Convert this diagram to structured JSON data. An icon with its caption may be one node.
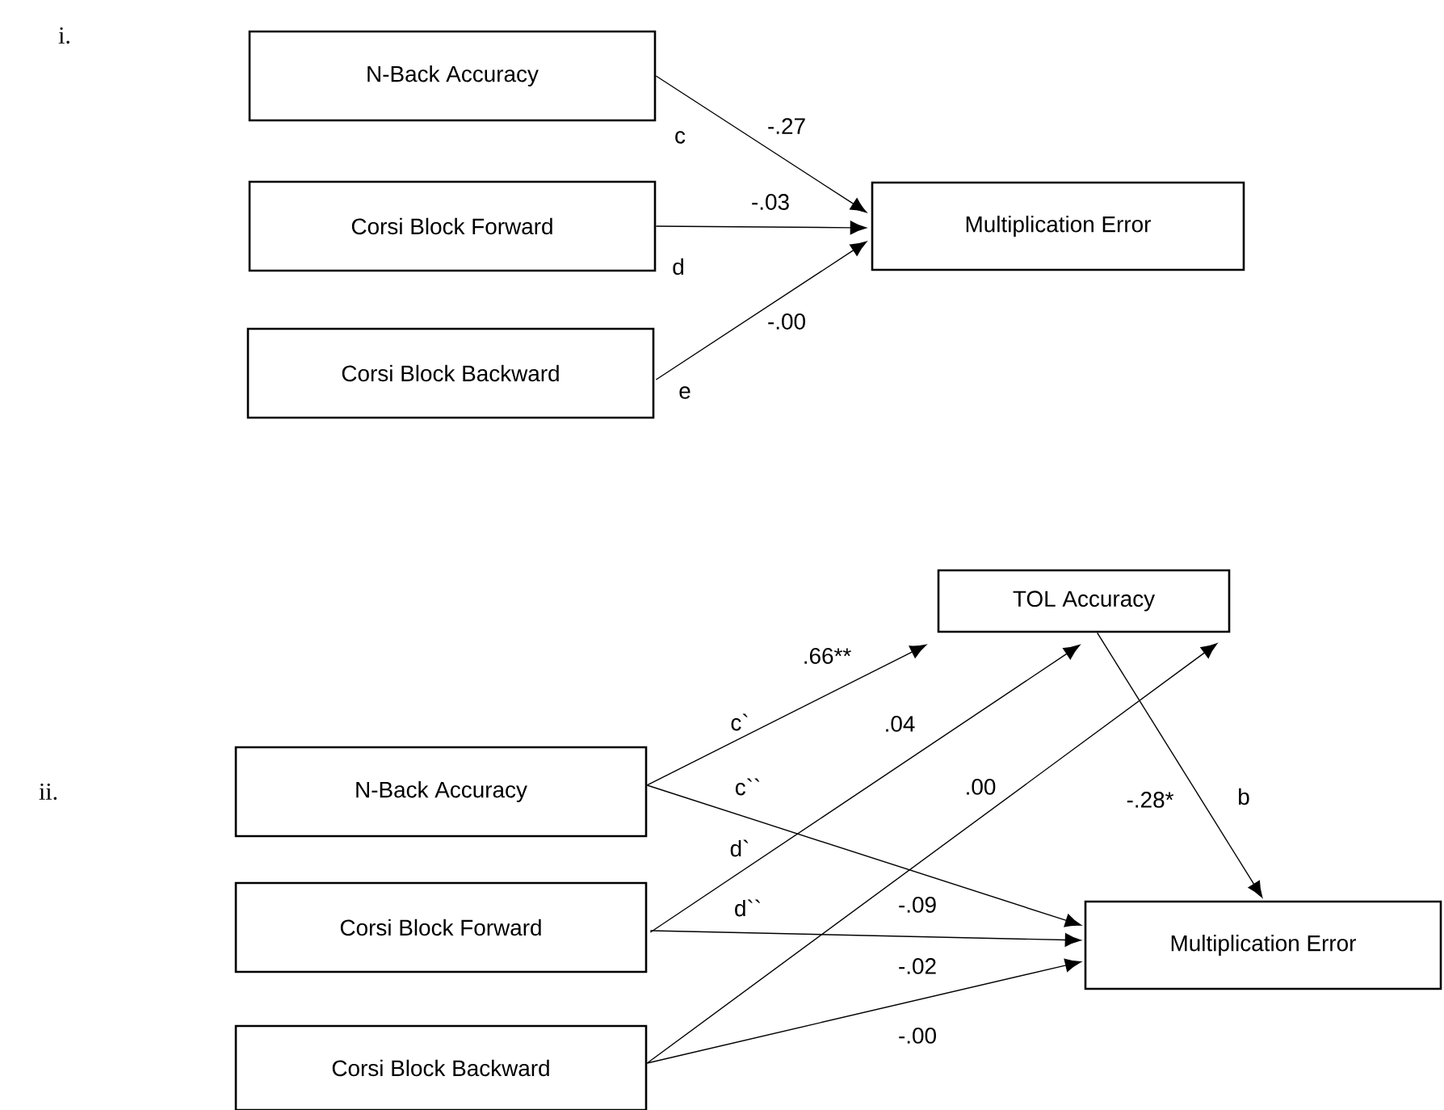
{
  "diagram": {
    "nodes": [
      {
        "text": [
          "N-Back Accuracy"
        ]
      },
      {
        "text": [
          "Corsi Block Forward"
        ]
      },
      {
        "text": [
          "Corsi Block Backward"
        ]
      },
      {
        "text": [
          "Multiplication Error"
        ]
      },
      {
        "text": [
          "TOL Accuracy"
        ]
      },
      {
        "text": [
          "N-Back Accuracy"
        ]
      },
      {
        "text": [
          "Corsi Block Forward"
        ]
      },
      {
        "text": [
          "Corsi Block Backward"
        ]
      },
      {
        "text": [
          "Multiplication Error"
        ]
      }
    ],
    "edges": [
      {
        "from": 0,
        "to": 3,
        "arrow": "to",
        "label": "-.27"
      },
      {
        "from": 1,
        "to": 3,
        "arrow": "to",
        "label": "-.03"
      },
      {
        "from": 2,
        "to": 3,
        "arrow": "to",
        "label": "-.00"
      },
      {
        "from": 5,
        "to": 4,
        "arrow": "to",
        "label": ".66**"
      },
      {
        "from": 6,
        "to": 4,
        "arrow": "to",
        "label": ".04"
      },
      {
        "from": 7,
        "to": 4,
        "arrow": "to",
        "label": ".00"
      },
      {
        "from": 4,
        "to": 8,
        "arrow": "to",
        "label": "-.28*"
      },
      {
        "from": 5,
        "to": 8,
        "arrow": "to",
        "label": "-.09"
      },
      {
        "from": 6,
        "to": 8,
        "arrow": "to",
        "label": "-.02"
      },
      {
        "from": 7,
        "to": 8,
        "arrow": "to",
        "label": "-.00"
      }
    ],
    "labels": [
      "i.",
      "c",
      "d",
      "e",
      "ii.",
      "c`",
      "c``",
      "d`",
      "d``",
      "b"
    ]
  }
}
